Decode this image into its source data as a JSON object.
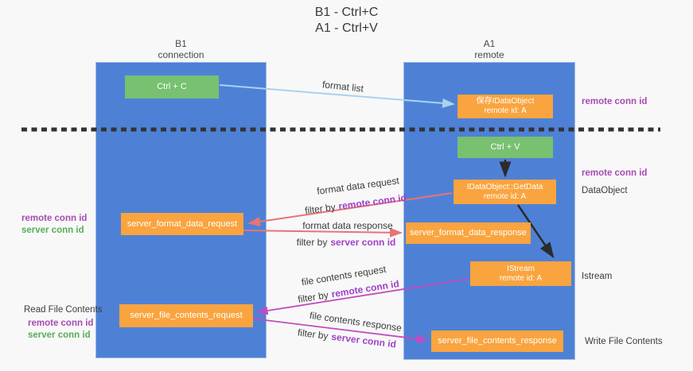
{
  "title": {
    "line1": "B1 - Ctrl+C",
    "line2": "A1 - Ctrl+V"
  },
  "lanes": {
    "left": {
      "title": "B1",
      "subtitle": "connection"
    },
    "right": {
      "title": "A1",
      "subtitle": "remote"
    }
  },
  "nodes": {
    "ctrl_c": {
      "label": "Ctrl + C"
    },
    "save_idataobject": {
      "line1": "保存IDataObject",
      "line2": "remote id: A"
    },
    "ctrl_v": {
      "label": "Ctrl + V"
    },
    "getdata": {
      "line1": "IDataObject::GetData",
      "line2": "remote id: A"
    },
    "server_format_data_request": {
      "label": "server_format_data_request"
    },
    "server_format_data_response": {
      "label": "server_format_data_response"
    },
    "istream": {
      "line1": "IStream",
      "line2": "remote id: A"
    },
    "server_file_contents_request": {
      "label": "server_file_contents_request"
    },
    "server_file_contents_response": {
      "label": "server_file_contents_response"
    }
  },
  "edge_labels": {
    "format_list": "format list",
    "format_data_request": "format data request",
    "format_data_response": "format data response",
    "file_contents_request": "file contents request",
    "file_contents_response": "file contents response",
    "filter_by": "filter by",
    "remote_conn_id": "remote conn id",
    "server_conn_id": "server conn id"
  },
  "side_labels": {
    "remote_conn_id": "remote conn id",
    "server_conn_id": "server conn id",
    "dataobject": "DataObject",
    "istream": "Istream",
    "read_file_contents": "Read File Contents",
    "write_file_contents": "Write File Contents"
  },
  "colors": {
    "lane_blue": "#4e81d6",
    "box_green": "#77c170",
    "box_orange": "#f9a43f",
    "arrow_lightblue": "#a8d2ee",
    "arrow_black": "#2b2b2b",
    "arrow_red": "#e97373",
    "arrow_magenta": "#c54ac0",
    "label_purple": "#a64cb2",
    "label_green": "#58ad58",
    "dashed_line": "#333333"
  }
}
